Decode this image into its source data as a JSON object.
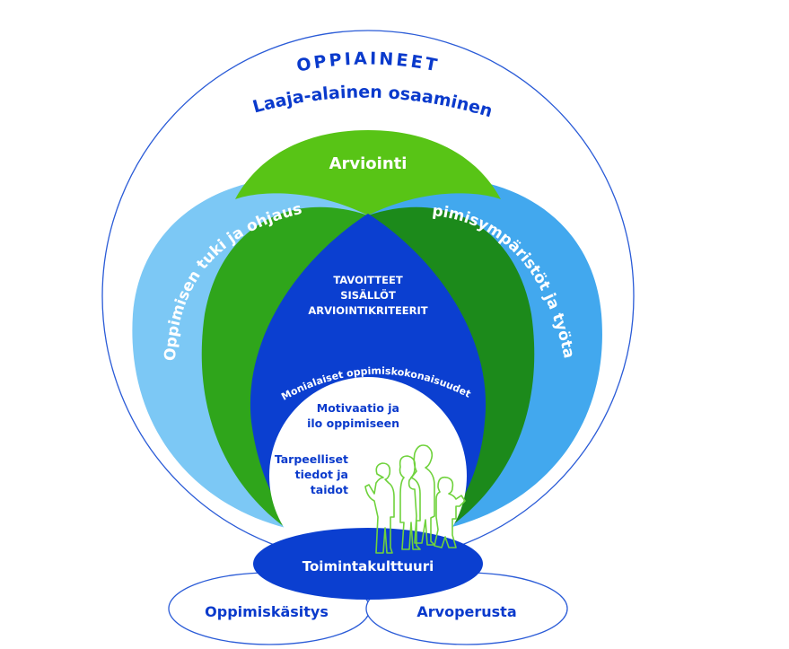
{
  "diagram": {
    "outer_title": "OPPIAINEET",
    "outer_subtitle": "Laaja-alainen osaaminen",
    "top_petal": "Arviointi",
    "left_petal": "Oppimisen tuki ja ohjaus",
    "right_petal": "Oppimisympäristöt ja työtavat",
    "core_lines": [
      "TAVOITTEET",
      "SISÄLLÖT",
      "ARVIOINTIKRITEERIT"
    ],
    "arc_label": "Monialaiset oppimiskokonaisuudet",
    "inner_text_1": [
      "Motivaatio ja",
      "ilo oppimiseen"
    ],
    "inner_text_2": [
      "Tarpeelliset",
      "tiedot ja",
      "taidot"
    ],
    "base_center": "Toimintakulttuuri",
    "base_left": "Oppimiskäsitys",
    "base_right": "Arvoperusta",
    "figures_icon": "children-outline-icon"
  },
  "colors": {
    "outline_blue": "#2a5bd7",
    "text_blue": "#0a3acc",
    "light_blue": "#7cc8f5",
    "sky_blue": "#42a8ee",
    "bright_green": "#58c416",
    "mid_green": "#2fa51b",
    "dark_green": "#1c8a1b",
    "core_blue": "#0b3fd0",
    "figure_green": "#6fd23c",
    "white": "#ffffff"
  }
}
